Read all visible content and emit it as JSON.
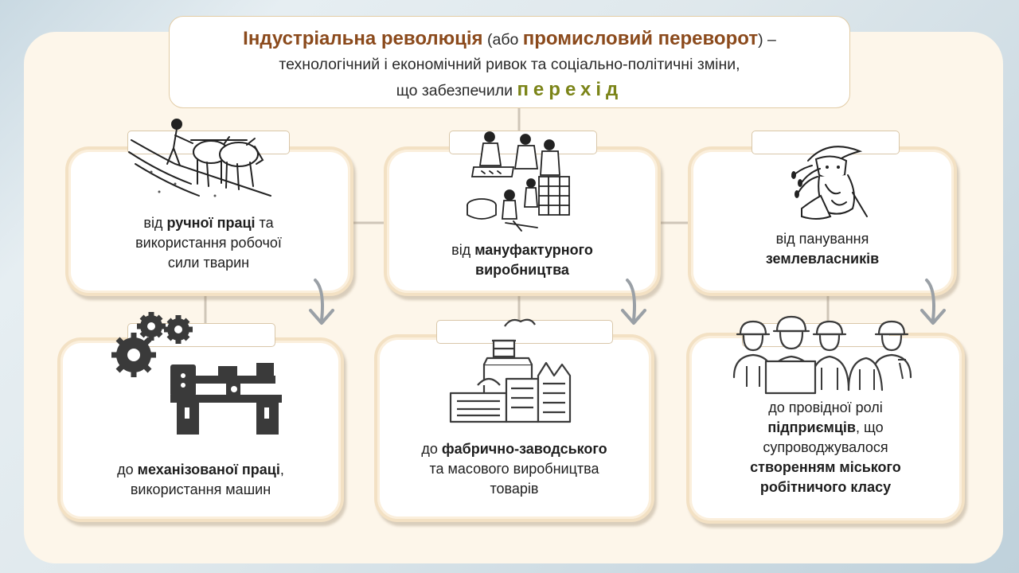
{
  "header": {
    "term": "Індустріальна революція",
    "open_paren": " (або ",
    "alt_term": "промисловий переворот",
    "close_dash": ") –",
    "line2": "технологічний і економічний ривок та соціально-політичні зміни,",
    "line3_prefix": "що забезпечили ",
    "transition_word": "перехід"
  },
  "from_cards": [
    {
      "icon": "ox-plough-icon",
      "prefix": "від ",
      "bold": "ручної праці",
      "rest1": " та",
      "line2": "використання робочої",
      "line3": "сили тварин"
    },
    {
      "icon": "manufactory-workers-icon",
      "prefix": "від ",
      "bold": "мануфактурного",
      "line2_bold": "виробництва"
    },
    {
      "icon": "farmer-wheat-icon",
      "line1": "від панування",
      "line2_bold": "землевласників"
    }
  ],
  "to_cards": [
    {
      "icon": "machine-tool-icon",
      "prefix": "до ",
      "bold": "механізованої праці",
      "rest1": ",",
      "line2": "використання машин"
    },
    {
      "icon": "factory-icon",
      "prefix": "до ",
      "bold": "фабрично-заводського",
      "line2": "та масового виробництва",
      "line3": "товарів"
    },
    {
      "icon": "workers-helmets-icon",
      "line1": "до провідної ролі",
      "line2_bold": "підприємців",
      "line2_rest": ", що",
      "line3": "супроводжувалося",
      "line4_bold": "створенням міського",
      "line5_bold": "робітничого класу"
    }
  ],
  "colors": {
    "term": "#8b4a1c",
    "transition": "#7b8418",
    "connector": "#cfc6b8",
    "arrow": "#9aa0a6"
  }
}
